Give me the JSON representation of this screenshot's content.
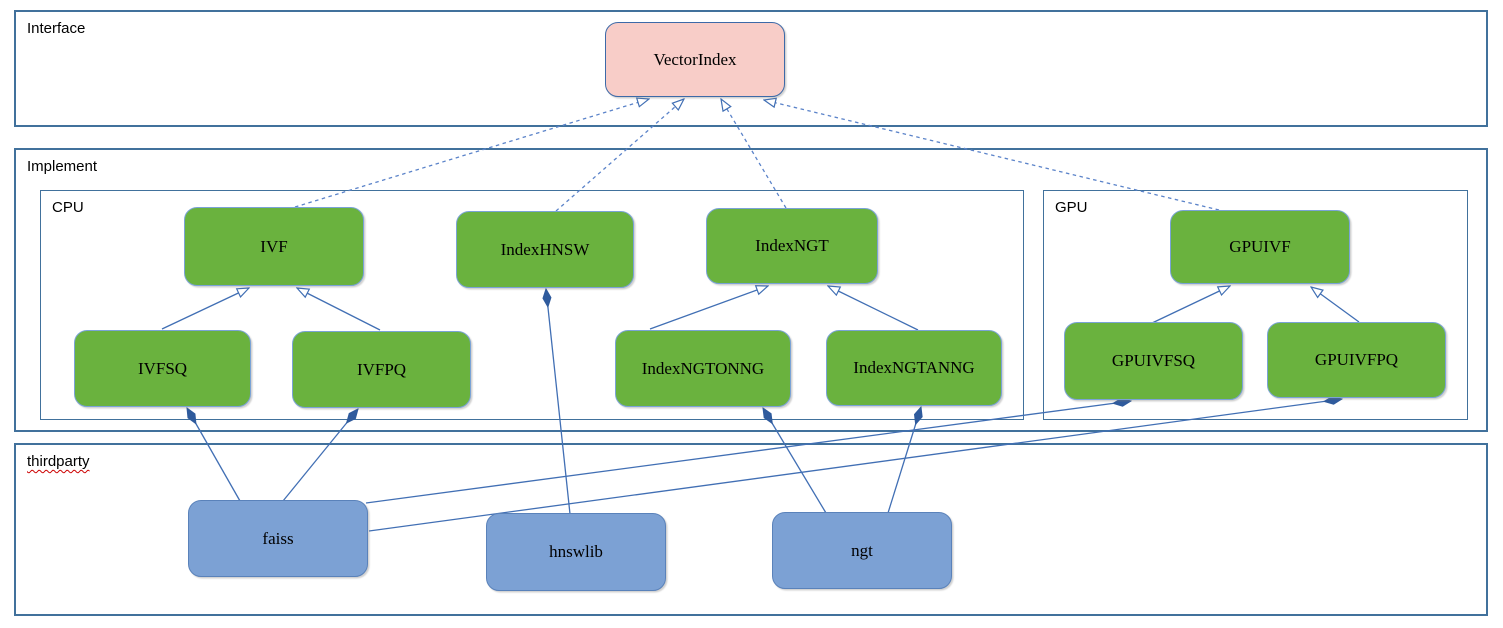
{
  "colors": {
    "line-blue": "#416fb4",
    "dash-blue": "#5b83c9",
    "container-border": "#41719c",
    "node-green": "#6ab23e",
    "node-pink": "#f8cdc8",
    "node-blue": "#7ca1d4",
    "diamond-fill": "#2f5b9d",
    "squiggle-red": "#cc0000"
  },
  "containers": {
    "interface": {
      "label": "Interface"
    },
    "implement": {
      "label": "Implement"
    },
    "cpu": {
      "label": "CPU"
    },
    "gpu": {
      "label": "GPU"
    },
    "thirdparty": {
      "label": "thirdparty"
    }
  },
  "nodes": {
    "vectorindex": {
      "label": "VectorIndex",
      "group": "interface"
    },
    "ivf": {
      "label": "IVF",
      "group": "cpu"
    },
    "indexhnsw": {
      "label": "IndexHNSW",
      "group": "cpu"
    },
    "indexngt": {
      "label": "IndexNGT",
      "group": "cpu"
    },
    "gpuivf": {
      "label": "GPUIVF",
      "group": "gpu"
    },
    "ivfsq": {
      "label": "IVFSQ",
      "group": "cpu"
    },
    "ivfpq": {
      "label": "IVFPQ",
      "group": "cpu"
    },
    "indexngtonng": {
      "label": "IndexNGTONNG",
      "group": "cpu"
    },
    "indexngtanng": {
      "label": "IndexNGTANNG",
      "group": "cpu"
    },
    "gpuivfsq": {
      "label": "GPUIVFSQ",
      "group": "gpu"
    },
    "gpuivfpq": {
      "label": "GPUIVFPQ",
      "group": "gpu"
    },
    "faiss": {
      "label": "faiss",
      "group": "thirdparty"
    },
    "hnswlib": {
      "label": "hnswlib",
      "group": "thirdparty"
    },
    "ngt": {
      "label": "ngt",
      "group": "thirdparty"
    }
  },
  "relations": [
    {
      "from": "IVF",
      "to": "VectorIndex",
      "type": "realization-dashed-hollow-arrow"
    },
    {
      "from": "IndexHNSW",
      "to": "VectorIndex",
      "type": "realization-dashed-hollow-arrow"
    },
    {
      "from": "IndexNGT",
      "to": "VectorIndex",
      "type": "realization-dashed-hollow-arrow"
    },
    {
      "from": "GPUIVF",
      "to": "VectorIndex",
      "type": "realization-dashed-hollow-arrow"
    },
    {
      "from": "IVFSQ",
      "to": "IVF",
      "type": "inheritance-hollow-arrow"
    },
    {
      "from": "IVFPQ",
      "to": "IVF",
      "type": "inheritance-hollow-arrow"
    },
    {
      "from": "IndexNGTONNG",
      "to": "IndexNGT",
      "type": "inheritance-hollow-arrow"
    },
    {
      "from": "IndexNGTANNG",
      "to": "IndexNGT",
      "type": "inheritance-hollow-arrow"
    },
    {
      "from": "GPUIVFSQ",
      "to": "GPUIVF",
      "type": "inheritance-hollow-arrow"
    },
    {
      "from": "GPUIVFPQ",
      "to": "GPUIVF",
      "type": "inheritance-hollow-arrow"
    },
    {
      "from": "IVFSQ",
      "to": "faiss",
      "type": "composition-filled-diamond"
    },
    {
      "from": "IVFPQ",
      "to": "faiss",
      "type": "composition-filled-diamond"
    },
    {
      "from": "IndexHNSW",
      "to": "hnswlib",
      "type": "composition-filled-diamond"
    },
    {
      "from": "IndexNGTONNG",
      "to": "ngt",
      "type": "composition-filled-diamond"
    },
    {
      "from": "IndexNGTANNG",
      "to": "ngt",
      "type": "composition-filled-diamond"
    },
    {
      "from": "GPUIVFSQ",
      "to": "faiss",
      "type": "composition-filled-diamond"
    },
    {
      "from": "GPUIVFPQ",
      "to": "faiss",
      "type": "composition-filled-diamond"
    }
  ]
}
